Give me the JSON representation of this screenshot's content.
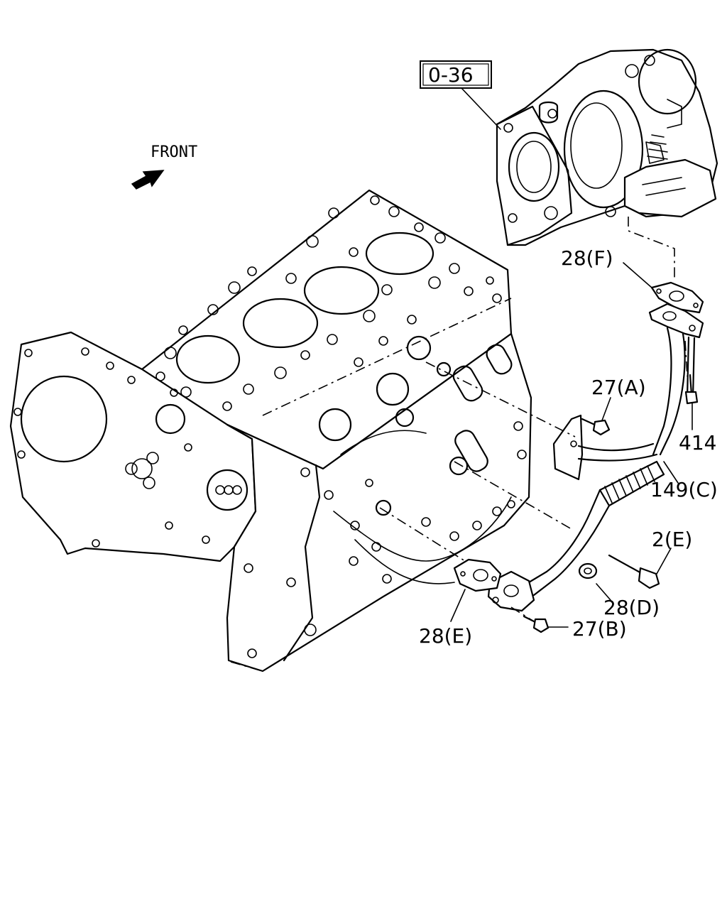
{
  "reference_box": "0-36",
  "front_label": "FRONT",
  "callouts": {
    "p28F": "28(F)",
    "p27A": "27(A)",
    "p414": "414",
    "p149C": "149(C)",
    "p2E": "2(E)",
    "p28D": "28(D)",
    "p27B": "27(B)",
    "p28E": "28(E)"
  }
}
